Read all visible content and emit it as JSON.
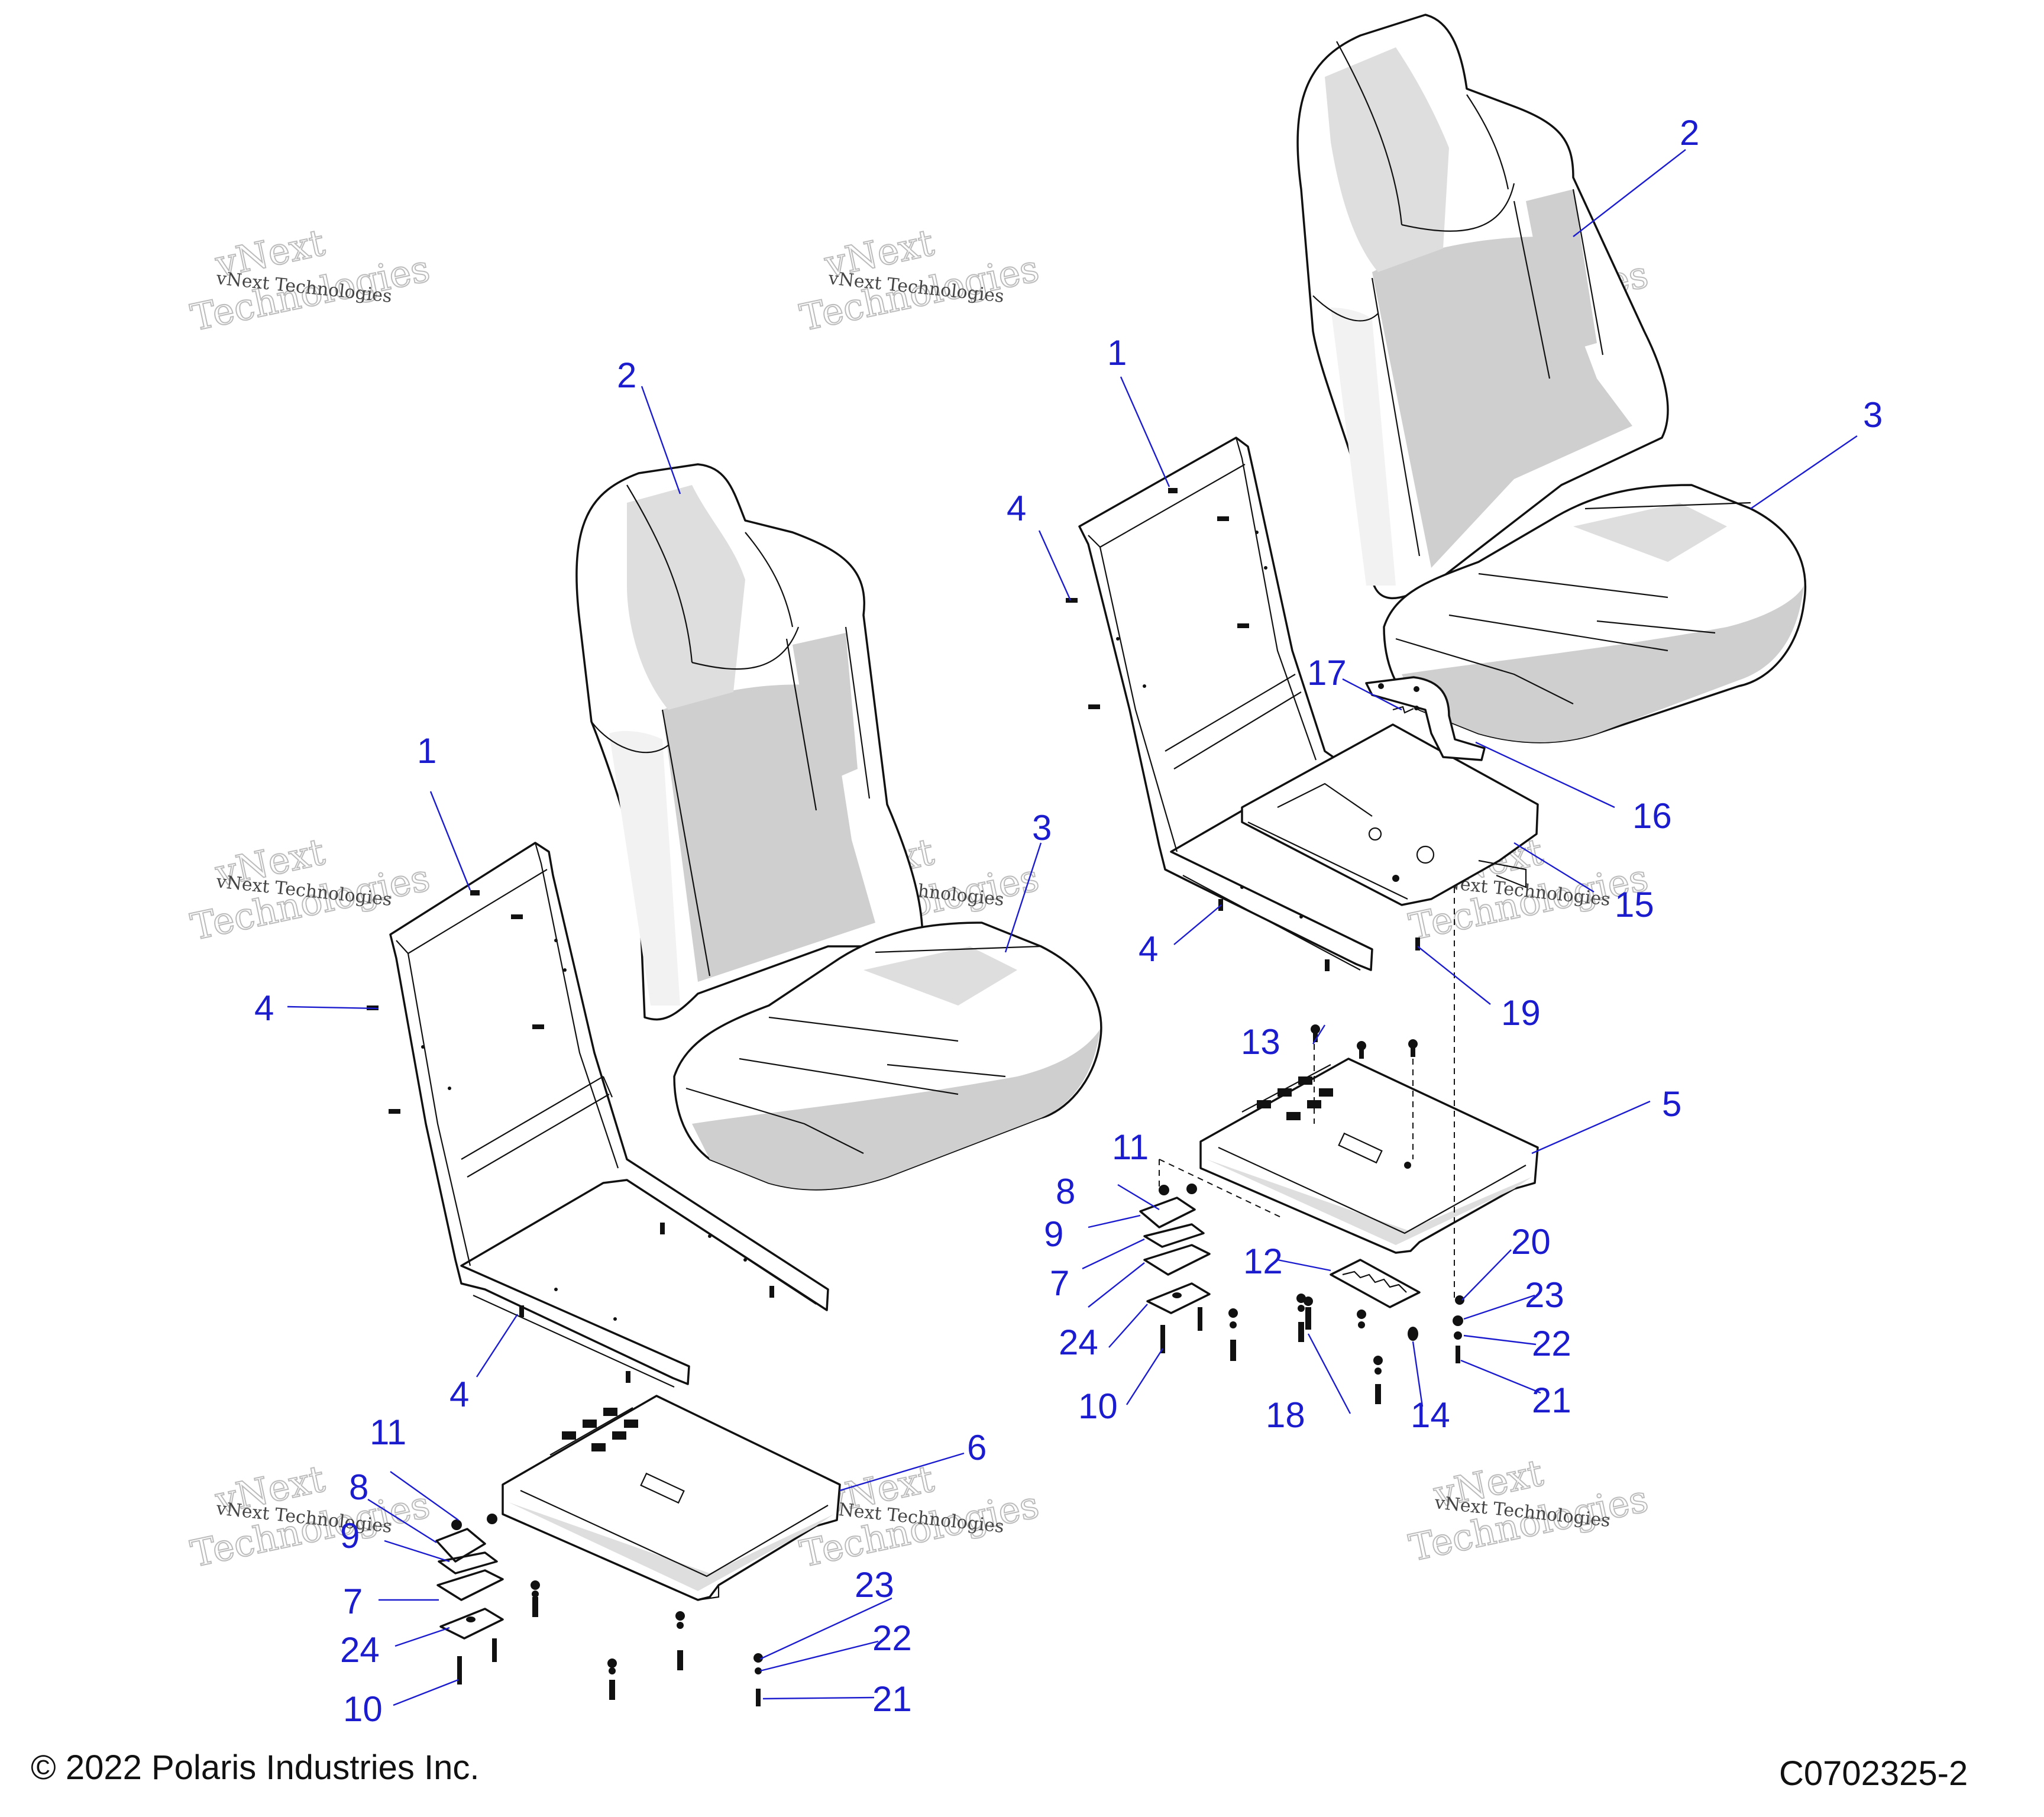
{
  "footer": {
    "copyright": "© 2022 Polaris Industries Inc.",
    "drawing_number": "C0702325-2"
  },
  "watermark": {
    "line1": "vNext",
    "line2": "Technologies",
    "small": "vNext Technologies"
  },
  "callouts": {
    "L1": "1",
    "L2": "2",
    "L3": "3",
    "L4a": "4",
    "L4b": "4",
    "L6": "6",
    "L7": "7",
    "L8": "8",
    "L9": "9",
    "L10": "10",
    "L11": "11",
    "L21": "21",
    "L22": "22",
    "L23": "23",
    "L24": "24",
    "R1": "1",
    "R2": "2",
    "R3": "3",
    "R4a": "4",
    "R4b": "4",
    "R5": "5",
    "R7": "7",
    "R8": "8",
    "R9": "9",
    "R10": "10",
    "R11": "11",
    "R12": "12",
    "R13": "13",
    "R14": "14",
    "R15": "15",
    "R16": "16",
    "R17": "17",
    "R18": "18",
    "R19": "19",
    "R20": "20",
    "R21": "21",
    "R22": "22",
    "R23": "23",
    "R24": "24"
  }
}
